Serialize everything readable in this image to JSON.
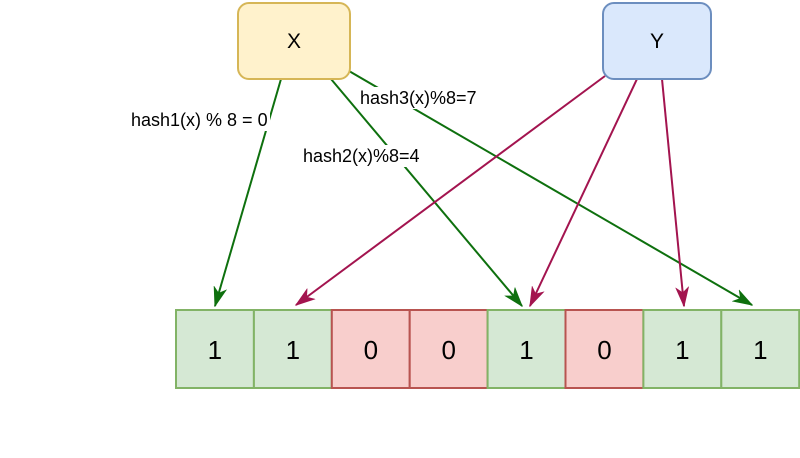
{
  "diagram": {
    "nodes": [
      {
        "id": "x",
        "label": "X",
        "fill": "#fff2cc",
        "stroke": "#d6b656"
      },
      {
        "id": "y",
        "label": "Y",
        "fill": "#dae8fc",
        "stroke": "#6c8ebf"
      }
    ],
    "edge_labels": [
      {
        "text": "hash1(x) % 8 = 0"
      },
      {
        "text": "hash2(x)%8=4"
      },
      {
        "text": "hash3(x)%8=7"
      }
    ],
    "edges": [
      {
        "from": "X",
        "label": "hash1(x) % 8 = 0",
        "target_cell": 0,
        "color": "#0e700e"
      },
      {
        "from": "X",
        "label": "hash2(x)%8=4",
        "target_cell": 4,
        "color": "#0e700e"
      },
      {
        "from": "X",
        "label": "hash3(x)%8=7",
        "target_cell": 7,
        "color": "#0e700e"
      },
      {
        "from": "Y",
        "label": "",
        "target_cell": 1,
        "color": "#a3144f"
      },
      {
        "from": "Y",
        "label": "",
        "target_cell": 4,
        "color": "#a3144f"
      },
      {
        "from": "Y",
        "label": "",
        "target_cell": 6,
        "color": "#a3144f"
      }
    ],
    "bit_array": [
      "1",
      "1",
      "0",
      "0",
      "1",
      "0",
      "1",
      "1"
    ],
    "cell_styles": {
      "one": {
        "fill": "#d5e8d4",
        "stroke": "#82b366"
      },
      "zero": {
        "fill": "#f8cecc",
        "stroke": "#b85450"
      }
    },
    "colors": {
      "x_edges": "#0e700e",
      "y_edges": "#a3144f",
      "text": "#000000"
    }
  }
}
